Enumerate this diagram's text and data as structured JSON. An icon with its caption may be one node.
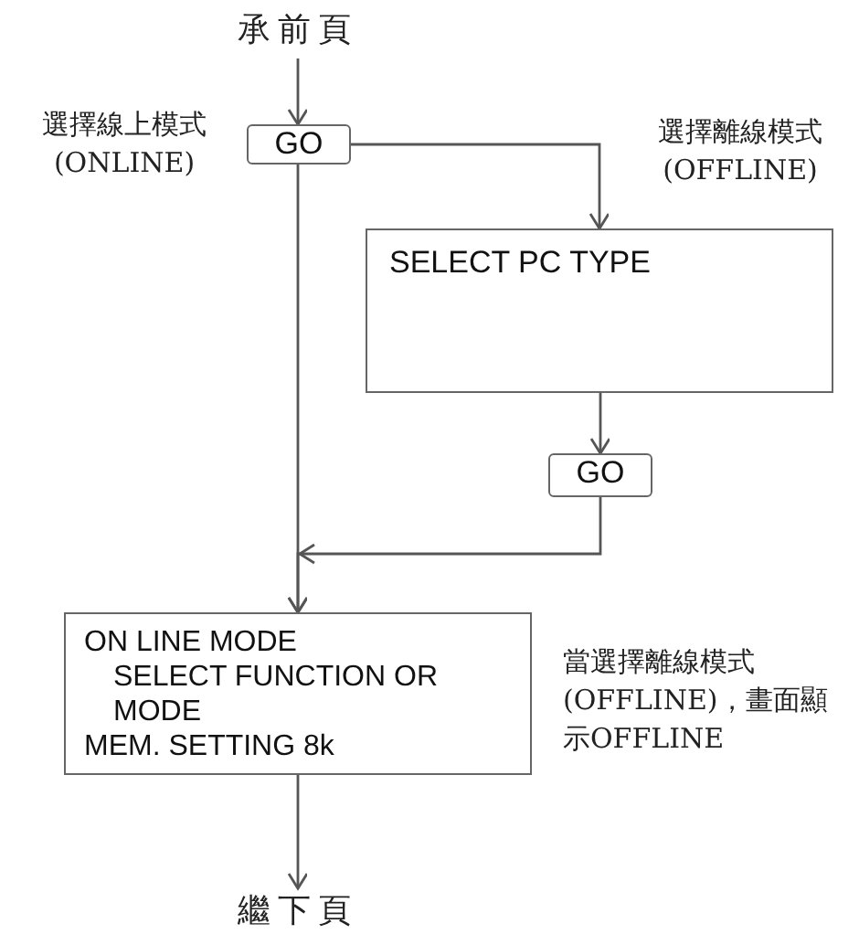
{
  "diagram": {
    "nodes": [
      {
        "text": [
          "承前頁"
        ]
      },
      {
        "text": [
          "GO"
        ]
      },
      {
        "text": [
          "SELECT PC TYPE"
        ]
      },
      {
        "text": [
          "GO"
        ]
      },
      {
        "text": [
          "ON LINE MODE",
          "SELECT FUNCTION OR MODE",
          "MEM. SETTING 8k"
        ]
      },
      {
        "text": [
          "繼下頁"
        ]
      }
    ],
    "edges": [
      {
        "from": 0,
        "to": 1,
        "arrow": "to"
      },
      {
        "from": 1,
        "to": 2,
        "arrow": "to",
        "label": "選擇離線模式(OFFLINE)"
      },
      {
        "from": 1,
        "to": 4,
        "arrow": "to",
        "label": "選擇線上模式(ONLINE)"
      },
      {
        "from": 2,
        "to": 3,
        "arrow": "to"
      },
      {
        "from": 3,
        "to": 4,
        "arrow": "to"
      },
      {
        "from": 4,
        "to": 5,
        "arrow": "to"
      }
    ],
    "labels": [
      "當選擇離線模式(OFFLINE)，畫面顯示OFFLINE"
    ]
  }
}
